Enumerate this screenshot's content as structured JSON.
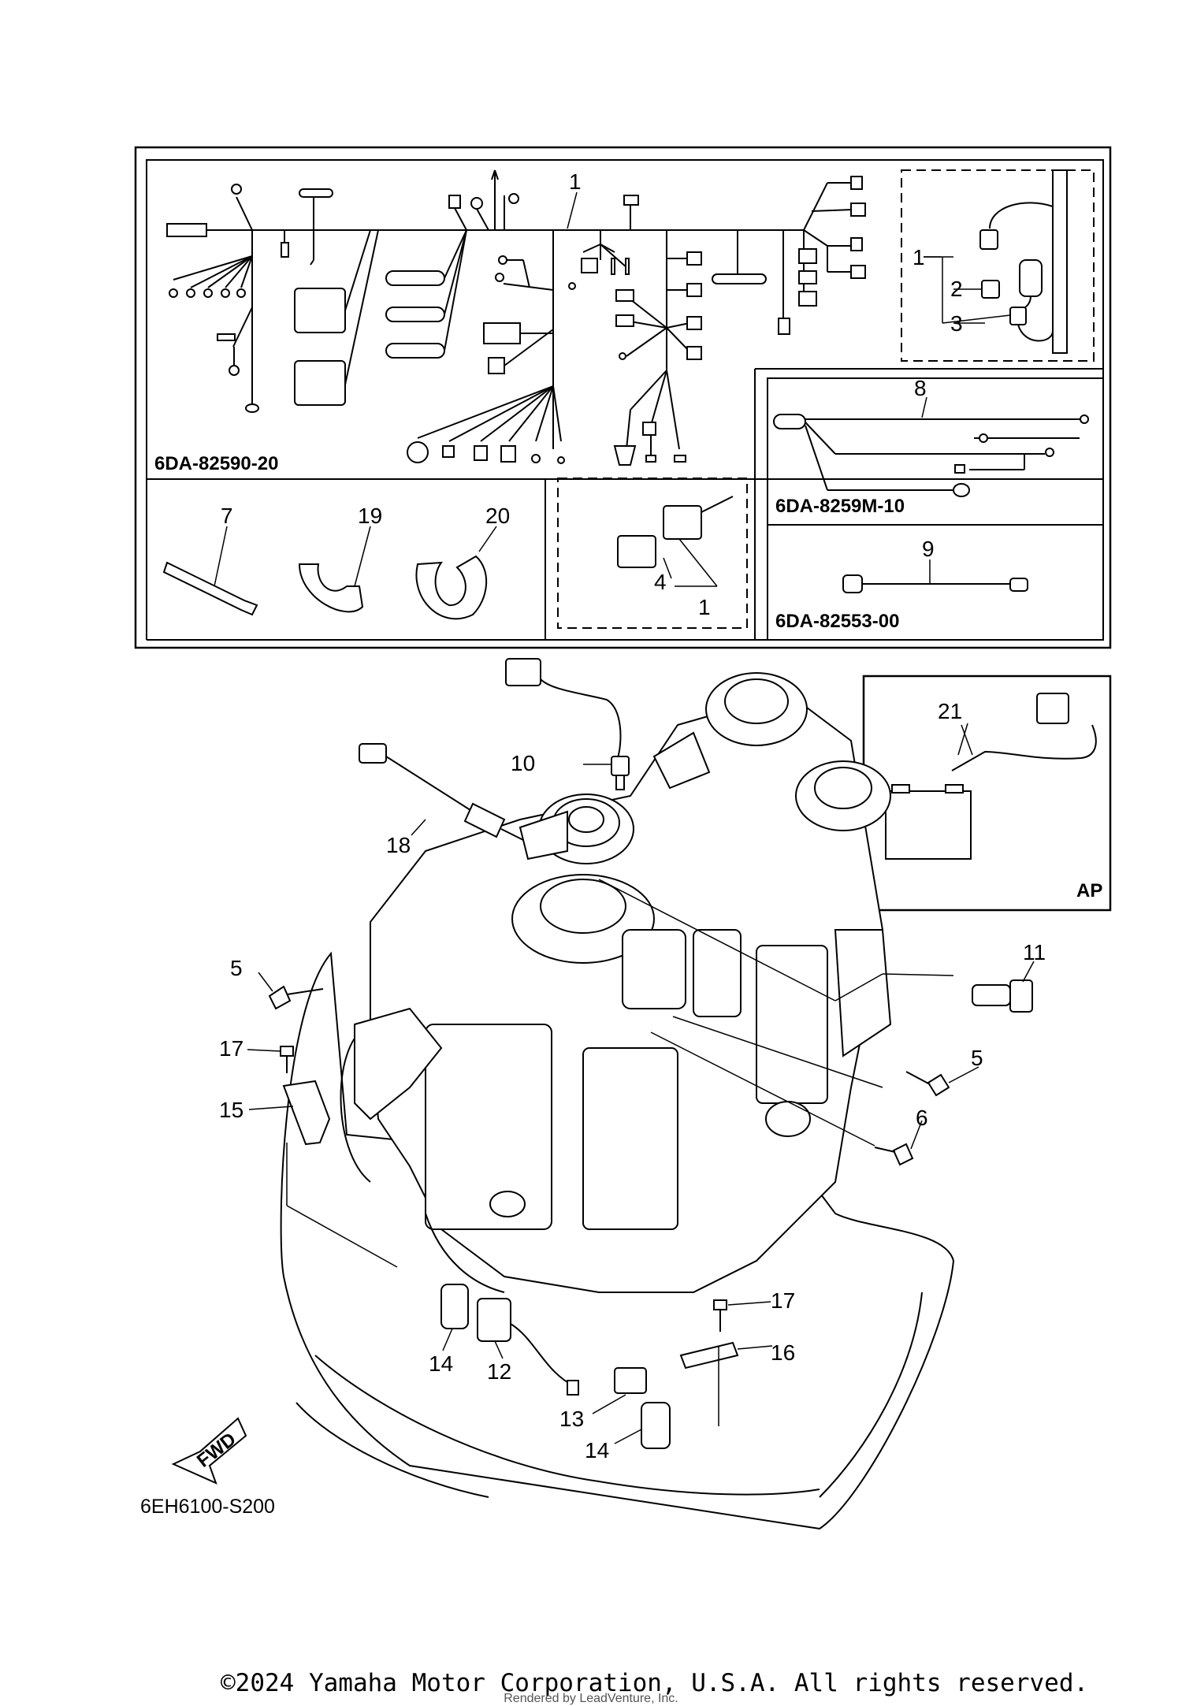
{
  "callouts": {
    "n1": "1",
    "n1b": "1",
    "n1c": "1",
    "n2": "2",
    "n3": "3",
    "n4": "4",
    "n5a": "5",
    "n5b": "5",
    "n6": "6",
    "n7": "7",
    "n8": "8",
    "n9": "9",
    "n10": "10",
    "n11": "11",
    "n12": "12",
    "n13": "13",
    "n14a": "14",
    "n14b": "14",
    "n15": "15",
    "n16": "16",
    "n17a": "17",
    "n17b": "17",
    "n18": "18",
    "n19": "19",
    "n20": "20",
    "n21": "21"
  },
  "codes": {
    "harness_main": "6DA-82590-20",
    "harness_sub": "6DA-8259M-10",
    "lead": "6DA-82553-00",
    "illustration": "6EH6100-S200"
  },
  "labels": {
    "ap": "AP",
    "fwd": "FWD"
  },
  "footer": {
    "copyright": "©2024 Yamaha Motor Corporation, U.S.A. All rights reserved.",
    "credit": "Rendered by LeadVenture, Inc."
  }
}
